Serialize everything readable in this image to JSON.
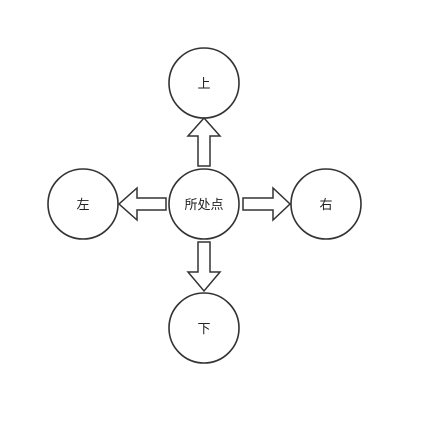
{
  "diagram": {
    "center": {
      "label": "所处点"
    },
    "up": {
      "label": "上"
    },
    "down": {
      "label": "下"
    },
    "left": {
      "label": "左"
    },
    "right": {
      "label": "右"
    }
  },
  "colors": {
    "stroke": "#333333",
    "fill": "#ffffff",
    "text": "#222222"
  }
}
